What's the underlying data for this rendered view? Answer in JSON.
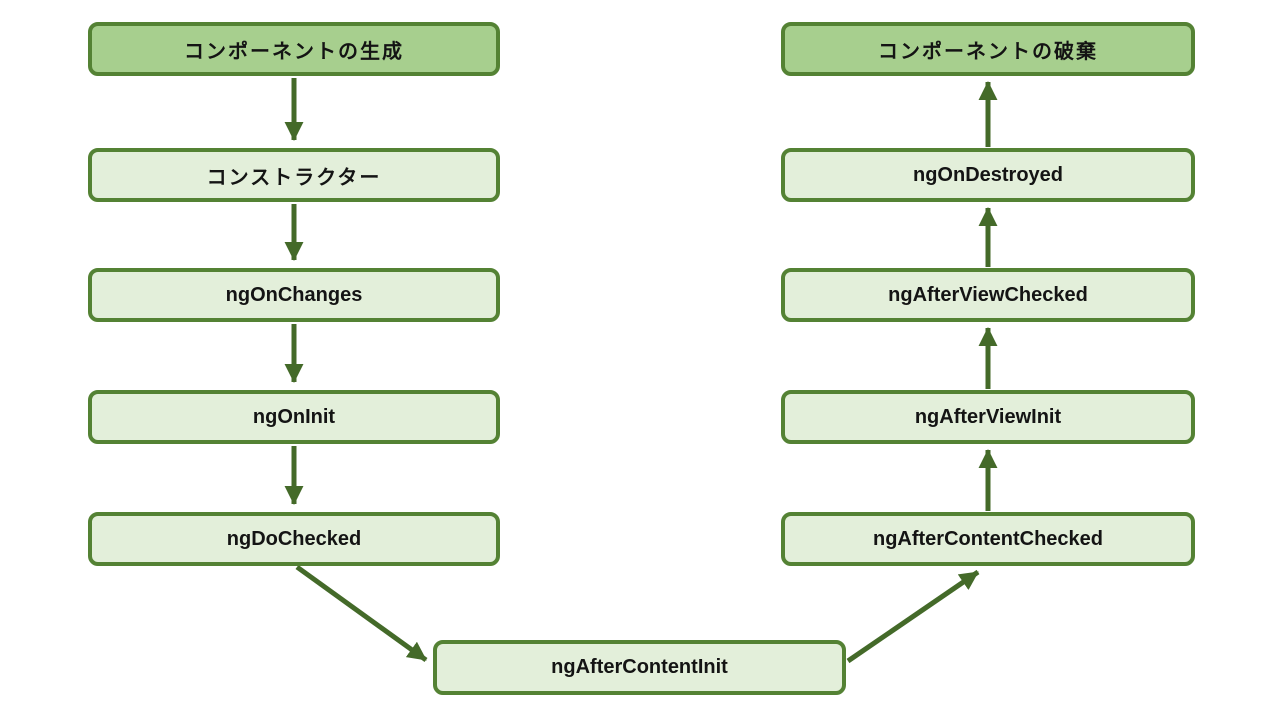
{
  "diagram": {
    "description": "Angular component lifecycle hooks flow diagram",
    "colors": {
      "header_box_fill": "#A9D18E",
      "step_box_fill": "#E2EFDA",
      "box_border": "#548234",
      "arrow": "#446A29",
      "text": "#141414",
      "background": "#FFFFFF"
    },
    "left_column": {
      "header": "コンポーネントの生成",
      "steps": {
        "0": "コンストラクター",
        "1": "ngOnChanges",
        "2": "ngOnInit",
        "3": "ngDoChecked"
      }
    },
    "center": {
      "step": "ngAfterContentInit"
    },
    "right_column": {
      "header": "コンポーネントの破棄",
      "steps": {
        "0": "ngOnDestroyed",
        "1": "ngAfterViewChecked",
        "2": "ngAfterViewInit",
        "3": "ngAfterContentChecked"
      }
    }
  }
}
